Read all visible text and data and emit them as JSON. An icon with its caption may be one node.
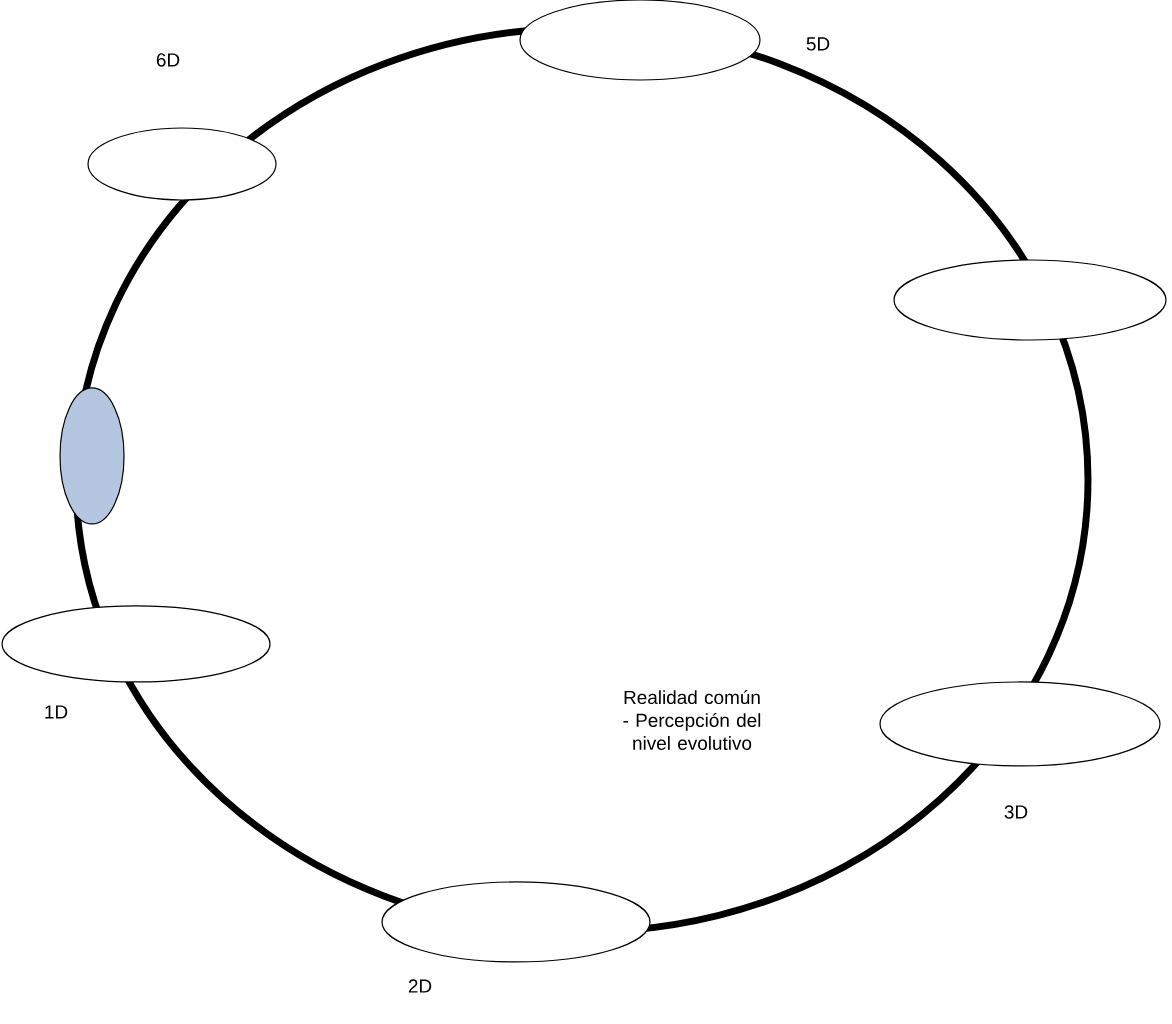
{
  "diagram": {
    "nodes": [
      {
        "text": [
          "Realidad común - Percepción del nivel evolutivo"
        ]
      },
      {
        "text": [],
        "shape": "ellipse"
      },
      {
        "text": [],
        "shape": "ellipse"
      },
      {
        "text": [],
        "shape": "ellipse"
      },
      {
        "text": [],
        "shape": "ellipse"
      },
      {
        "text": [],
        "shape": "ellipse"
      },
      {
        "text": [],
        "shape": "ellipse"
      },
      {
        "text": [],
        "shape": "ellipse"
      }
    ],
    "labels": [
      "5D",
      "6D",
      "1D",
      "3D",
      "2D"
    ]
  }
}
